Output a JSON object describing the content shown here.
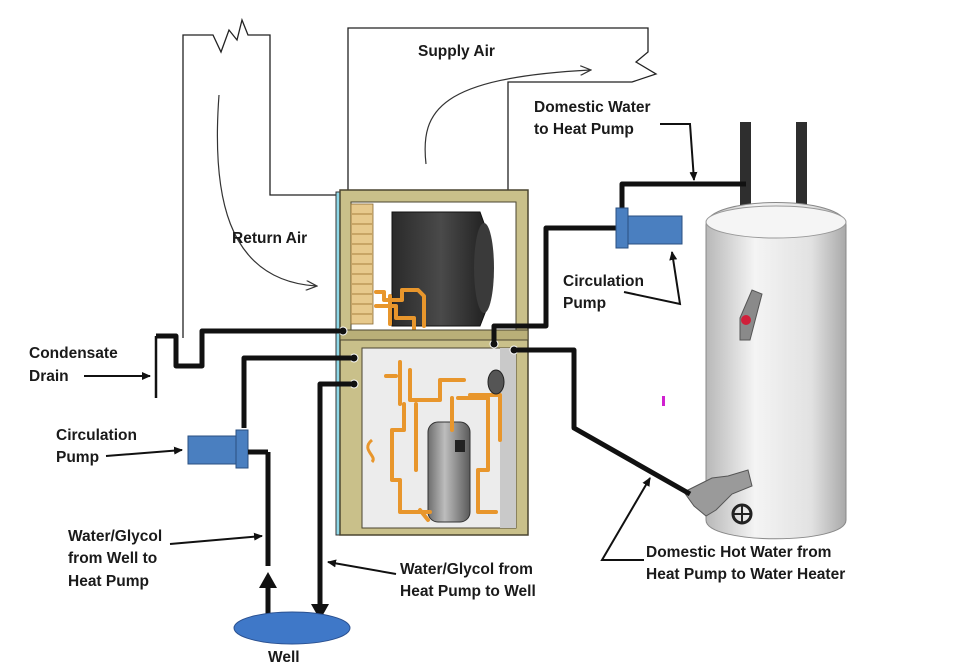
{
  "labels": {
    "supply_air": "Supply Air",
    "return_air": "Return Air",
    "domestic_water_1": "Domestic Water",
    "domestic_water_2": "to Heat Pump",
    "circulation_pump_right_1": "Circulation",
    "circulation_pump_right_2": "Pump",
    "condensate_1": "Condensate",
    "condensate_2": "Drain",
    "circulation_pump_left_1": "Circulation",
    "circulation_pump_left_2": "Pump",
    "glycol_from_well_1": "Water/Glycol",
    "glycol_from_well_2": "from Well to",
    "glycol_from_well_3": "Heat Pump",
    "glycol_to_well_1": "Water/Glycol from",
    "glycol_to_well_2": "Heat Pump to Well",
    "hot_water_1": "Domestic Hot Water from",
    "hot_water_2": "Heat Pump to Water Heater",
    "well": "Well"
  },
  "colors": {
    "cabinet": "#c9c08a",
    "pump": "#4a7fc0",
    "well": "#3f78c8",
    "copper": "#e8962c",
    "pipe": "#111111",
    "tank": "#e6e6e6",
    "indicator": "#d0203a"
  }
}
